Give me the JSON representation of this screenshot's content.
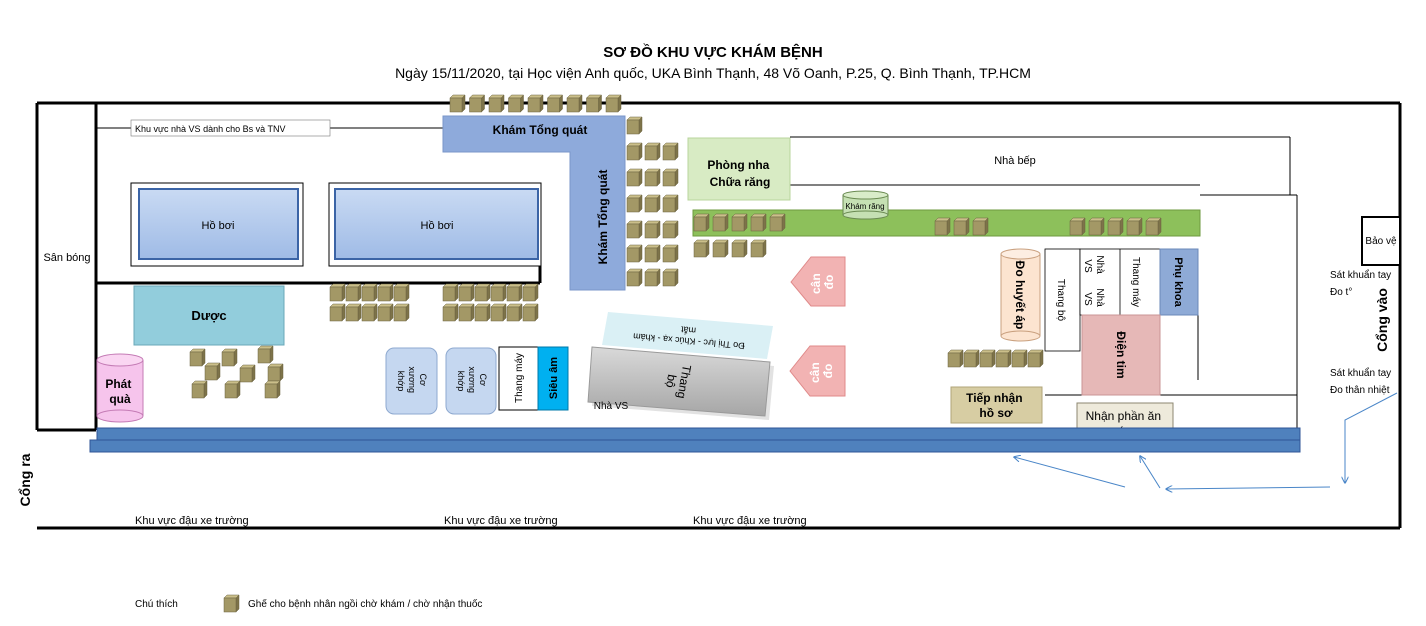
{
  "title": "SƠ ĐỒ KHU VỰC KHÁM BỆNH",
  "subtitle": "Ngày 15/11/2020, tại Học viện Anh quốc, UKA Bình Thạnh, 48 Võ Oanh, P.25, Q. Bình Thạnh, TP.HCM",
  "areas": {
    "san_bong": "Sân bóng",
    "khu_vs_bs": "Khu vực nhà VS dành cho Bs và TNV",
    "ho_boi_1": "Hồ bơi",
    "ho_boi_2": "Hồ bơi",
    "kham_tong_quat_h": "Khám Tổng quát",
    "kham_tong_quat_v": "Khám Tổng quát",
    "phong_nha": [
      "Phòng nha",
      "Chữa răng"
    ],
    "nha_bep": "Nhà bếp",
    "kham_rang": "Khám răng",
    "can_do_1": [
      "cân",
      "đo"
    ],
    "can_do_2": [
      "cân",
      "đo"
    ],
    "duoc": "Dược",
    "phat_qua": [
      "Phát",
      "quà"
    ],
    "co_xuong_khop_1": [
      "Cơ",
      "xương",
      "khớp"
    ],
    "co_xuong_khop_2": [
      "Cơ",
      "xương",
      "khớp"
    ],
    "thang_may_1": "Thang máy",
    "sieu_am": "Siêu âm",
    "do_thi_luc": [
      "Đo Thị lực - Khúc xạ - khám",
      "mắt"
    ],
    "thang_bo_1": [
      "Thang",
      "bộ"
    ],
    "nha_vs_1": "Nhà VS",
    "do_huyet_ap": "Đo huyết áp",
    "thang_bo_2": "Thang bộ",
    "nha_vs_2": [
      "Nhà",
      "VS"
    ],
    "nha_vs_3": [
      "Nhà",
      "VS"
    ],
    "thang_may_2": "Thang máy",
    "phu_khoa": "Phụ khoa",
    "dien_tim": "Điện tim",
    "tiep_nhan": [
      "Tiếp nhận",
      "hồ sơ"
    ],
    "nhan_an_sang": [
      "Nhận phần ăn",
      "sáng"
    ],
    "bao_ve": "Bảo vệ",
    "sat_khuan_1": [
      "Sát khuẩn tay",
      "Đo t°"
    ],
    "sat_khuan_2": [
      "Sát khuẩn tay",
      "Đo thân nhiệt"
    ],
    "cong_vao": "Cổng vào",
    "cong_ra": "Cổng ra",
    "parking": [
      "Khu vực đậu xe trường",
      "Khu vực đậu xe trường",
      "Khu vực đậu xe trường"
    ]
  },
  "legend": {
    "title": "Chú thích",
    "chair": "Ghế cho bệnh nhân ngồi chờ khám / chờ nhận thuốc",
    "chair_icon": "chair-icon"
  },
  "colors": {
    "kham_tong_quat": "#8eaadb",
    "phong_nha": "#d8ebc4",
    "green_bar": "#8dc05b",
    "duoc": "#92cddc",
    "phat_qua": "#f6c4ec",
    "can_do": "#f2b3b3",
    "sieu_am": "#00b0f0",
    "phu_khoa": "#8eaad6",
    "dien_tim": "#e6b8b7",
    "do_huyet_ap": "#fce4d0",
    "tiep_nhan": "#d7cda3",
    "road": "#4f81bd",
    "chair": "#a39866",
    "arrow": "#4a86c8"
  }
}
